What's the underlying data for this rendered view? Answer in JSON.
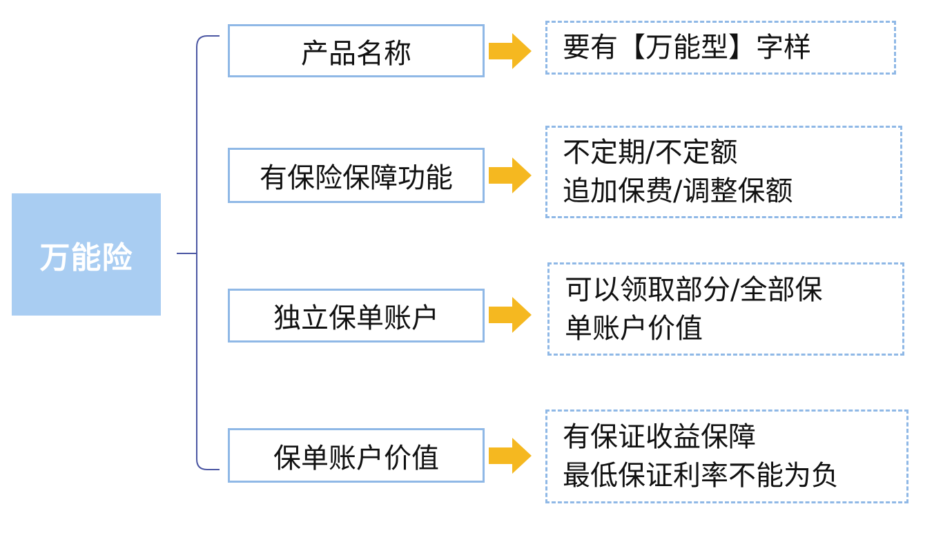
{
  "root": {
    "label": "万能险"
  },
  "rows": [
    {
      "item": "产品名称",
      "desc": [
        "要有【万能型】字样"
      ]
    },
    {
      "item": "有保险保障功能",
      "desc": [
        "不定期/不定额",
        "追加保费/调整保额"
      ]
    },
    {
      "item": "独立保单账户",
      "desc": [
        "可以领取部分/全部保",
        "单账户价值"
      ]
    },
    {
      "item": "保单账户价值",
      "desc": [
        "有保证收益保障",
        "最低保证利率不能为负"
      ]
    }
  ],
  "colors": {
    "root_fill": "#a9cdf2",
    "box_border": "#8fb8e6",
    "bracket": "#4a55a2",
    "arrow": "#f5b820"
  }
}
